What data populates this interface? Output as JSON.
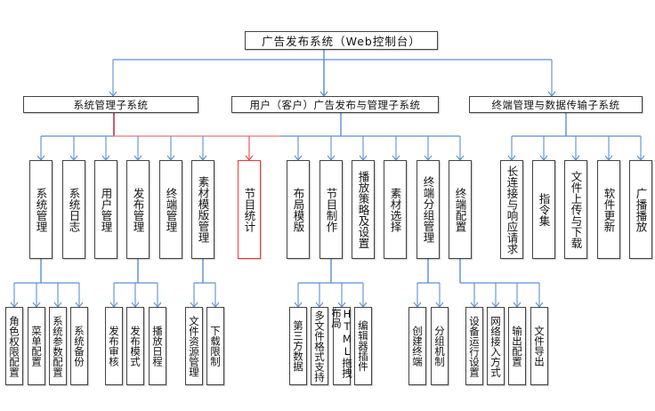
{
  "root": {
    "label": "广告发布系统（Web控制台）"
  },
  "colors": {
    "connector": "#5b8fd0",
    "highlight": "#e8484f",
    "border": "#444444"
  },
  "subsystems": [
    {
      "label": "系统管理子系统",
      "modules": [
        {
          "label": "系统管理",
          "children": [
            "角色权限配置",
            "菜单配置",
            "系统参数配置",
            "系统备份"
          ]
        },
        {
          "label": "系统日志",
          "children": []
        },
        {
          "label": "用户管理",
          "children": []
        },
        {
          "label": "发布管理",
          "children": [
            "发布审核",
            "发布模式",
            "播放日程"
          ]
        },
        {
          "label": "终端管理",
          "children": []
        },
        {
          "label": "素材模版管理",
          "children": [
            "文件资源管理",
            "下载限制"
          ]
        },
        {
          "label": "节目统计",
          "children": [],
          "highlighted": true
        }
      ]
    },
    {
      "label": "用户（客户）广告发布与管理子系统",
      "modules": [
        {
          "label": "布局模版",
          "children": []
        },
        {
          "label": "节目制作",
          "children": [
            "第三方数据",
            "多文件格式支持",
            "HTML拖拽布局",
            "编辑器插件"
          ]
        },
        {
          "label": "播放策略及设置",
          "children": []
        },
        {
          "label": "素材选择",
          "children": []
        },
        {
          "label": "终端分组管理",
          "children": [
            "创建终端",
            "分组机制"
          ]
        },
        {
          "label": "终端配置",
          "children": [
            "设备运行设置",
            "网络接入方式",
            "输出配置",
            "文件导出"
          ]
        }
      ]
    },
    {
      "label": "终端管理与数据传输子系统",
      "modules": [
        {
          "label": "长连接与响应请求",
          "children": []
        },
        {
          "label": "指令集",
          "children": []
        },
        {
          "label": "文件上传与下载",
          "children": []
        },
        {
          "label": "软件更新",
          "children": []
        },
        {
          "label": "广播播放",
          "children": []
        }
      ]
    }
  ]
}
